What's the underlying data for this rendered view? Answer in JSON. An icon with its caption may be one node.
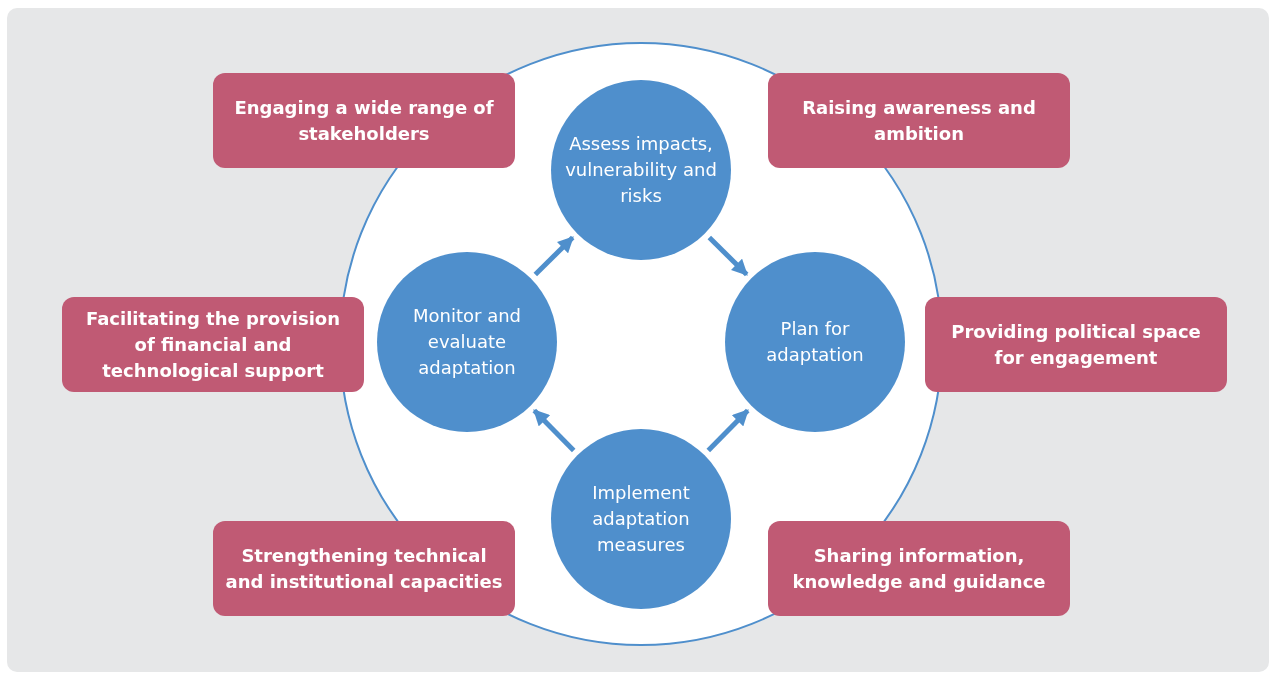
{
  "diagram": {
    "nodes": [
      {
        "text": [],
        "shape": "circle"
      },
      {
        "text": [
          "Engaging a wide range of stakeholders"
        ]
      },
      {
        "text": [
          "Assess impacts, vulnerability and risks"
        ],
        "in": 0
      },
      {
        "text": [
          "Raising awareness and ambition"
        ]
      },
      {
        "text": [
          "Facilitating the provision of financial and technological support"
        ]
      },
      {
        "text": [
          "Monitor and evaluate adaptation"
        ],
        "in": 0
      },
      {
        "text": [
          "Plan for adaptation"
        ],
        "in": 0
      },
      {
        "text": [
          "Providing political space for engagement"
        ]
      },
      {
        "text": [
          "Implement adaptation measures"
        ],
        "in": 0
      },
      {
        "text": [
          "Strengthening technical and institutional capacities"
        ]
      },
      {
        "text": [
          "Sharing information, knowledge and guidance"
        ]
      }
    ],
    "edges": [
      {
        "from": 5,
        "to": 2,
        "arrow": "to"
      },
      {
        "from": 2,
        "to": 6,
        "arrow": "to"
      },
      {
        "from": 8,
        "to": 6,
        "arrow": "to"
      },
      {
        "from": 8,
        "to": 5,
        "arrow": "to"
      }
    ]
  }
}
